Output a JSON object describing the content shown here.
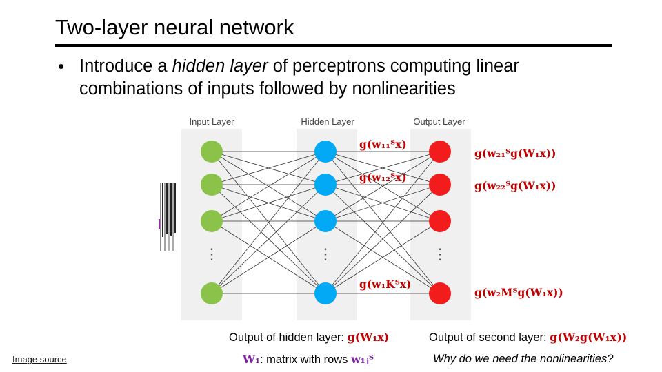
{
  "slide": {
    "title": "Two-layer neural network",
    "bullet_pre": "Introduce a ",
    "bullet_italic": "hidden layer",
    "bullet_post": " of perceptrons computing linear combinations of inputs followed by nonlinearities",
    "image_source": "Image source",
    "question": "Why do we need the nonlinearities?"
  },
  "network": {
    "layer_labels": [
      "Input Layer",
      "Hidden Layer",
      "Output Layer"
    ],
    "ellipsis": "⋮",
    "colors": {
      "input": "#8bc34a",
      "hidden": "#03a9f4",
      "output": "#f21c1c",
      "panel": "#f0f0f0",
      "edge": "#333333",
      "formula": "#c00000"
    },
    "hidden_formulas": [
      "g(w₁₁ᵀx)",
      "g(w₁₂ᵀx)",
      "g(w₁Kᵀx)"
    ],
    "output_formulas": [
      "g(w₂₁ᵀg(W₁x))",
      "g(w₂₂ᵀg(W₁x))",
      "g(w₂Mᵀg(W₁x))"
    ]
  },
  "captions": {
    "hidden_label": "Output of hidden layer: ",
    "hidden_math": "g(W₁x)",
    "second_label": "Output of second layer: ",
    "second_math": "g(W₂g(W₁x))",
    "w1_math": "W₁",
    "w1_text": ": matrix with rows ",
    "w1_rows": "w₁ⱼᵀ"
  }
}
